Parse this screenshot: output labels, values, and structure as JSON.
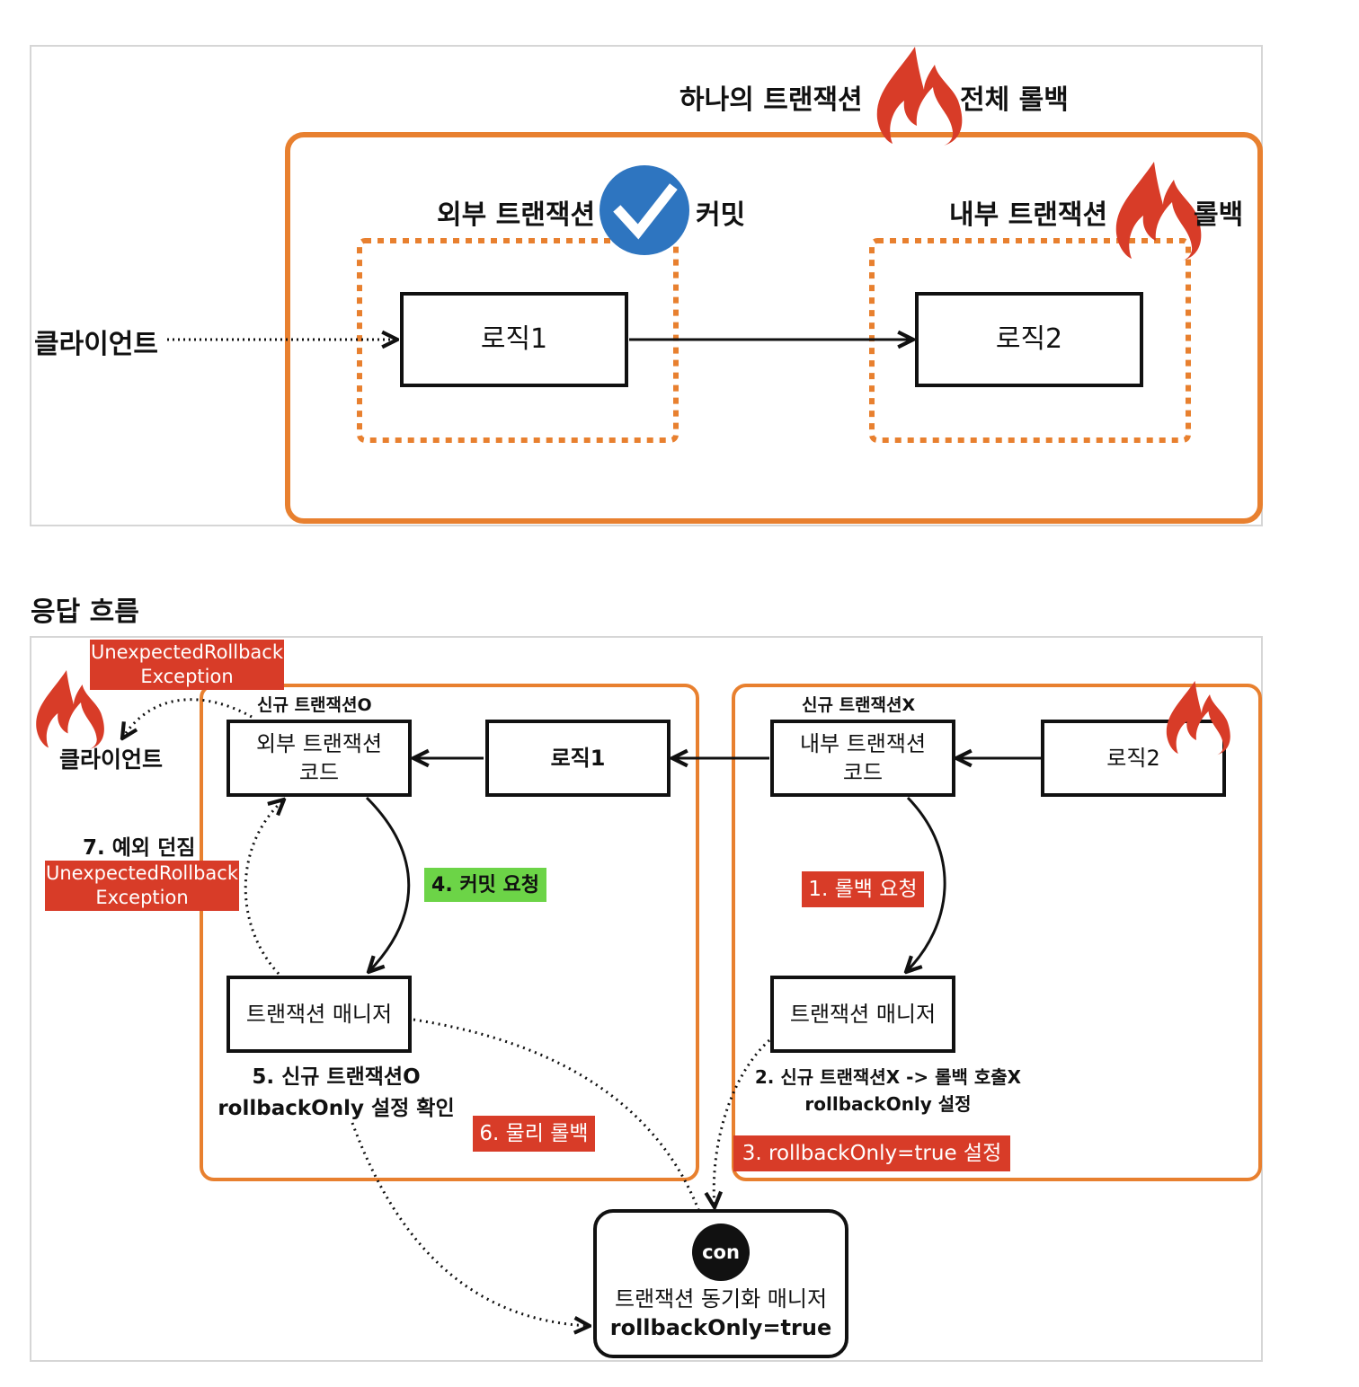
{
  "diagram1": {
    "title_left": "하나의 트랜잭션",
    "title_right": "전체 롤백",
    "outer_label": "외부 트랜잭션",
    "outer_status": "커밋",
    "inner_label": "내부 트랜잭션",
    "inner_status": "롤백",
    "client": "클라이언트",
    "logic1": "로직1",
    "logic2": "로직2",
    "icons": [
      "flame-icon",
      "check-circle-icon",
      "flame-icon"
    ],
    "colors": {
      "transaction_border": "#e8802f",
      "flame": "#d83c28",
      "check": "#2e75c0"
    }
  },
  "section": {
    "title": "응답 흐름"
  },
  "diagram2": {
    "exception_top": [
      "UnexpectedRollback",
      "Exception"
    ],
    "client": "클라이언트",
    "new_tx_o": "신규 트랜잭션O",
    "new_tx_x": "신규 트랜잭션X",
    "outer_code": [
      "외부 트랜잭션",
      "코드"
    ],
    "inner_code": [
      "내부 트랜잭션",
      "코드"
    ],
    "logic1": "로직1",
    "logic2": "로직2",
    "tx_manager_left": "트랜잭션 매니저",
    "tx_manager_right": "트랜잭션 매니저",
    "step1": "1. 롤백 요청",
    "step2": [
      "2. 신규 트랜잭션X -> 롤백 호출X",
      "rollbackOnly 설정"
    ],
    "step3": "3. rollbackOnly=true 설정",
    "step4": "4. 커밋 요청",
    "step5": [
      "5. 신규 트랜잭션O",
      "rollbackOnly 설정 확인"
    ],
    "step6": "6. 물리 롤백",
    "step7": "7. 예외 던짐",
    "exception_left": [
      "UnexpectedRollback",
      "Exception"
    ],
    "sync_manager": {
      "badge": "con",
      "title": "트랜잭션 동기화 매니저",
      "value": "rollbackOnly=true"
    },
    "colors": {
      "red_tag": "#d83c28",
      "green_tag": "#6cd447",
      "transaction_border": "#e8802f"
    }
  }
}
